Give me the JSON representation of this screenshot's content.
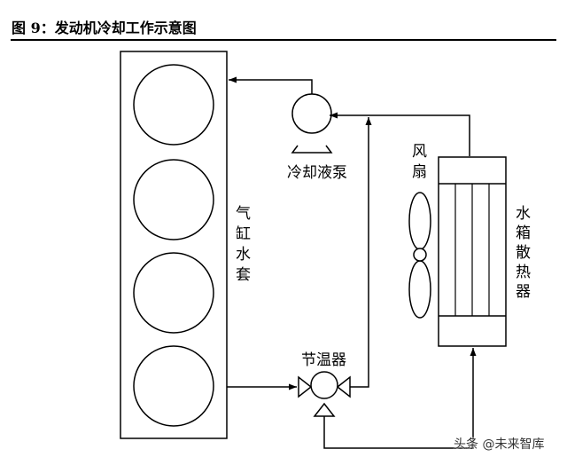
{
  "figure": {
    "title": "图 9：发动机冷却工作示意图"
  },
  "labels": {
    "cylinder_jacket": [
      "气",
      "缸",
      "水",
      "套"
    ],
    "coolant_pump": "冷却液泵",
    "thermostat": "节温器",
    "fan": [
      "风",
      "扇"
    ],
    "radiator": [
      "水",
      "箱",
      "散",
      "热",
      "器"
    ]
  },
  "watermark": {
    "text": "头条 @未来智库"
  },
  "colors": {
    "line": "#000000",
    "background": "#ffffff"
  }
}
